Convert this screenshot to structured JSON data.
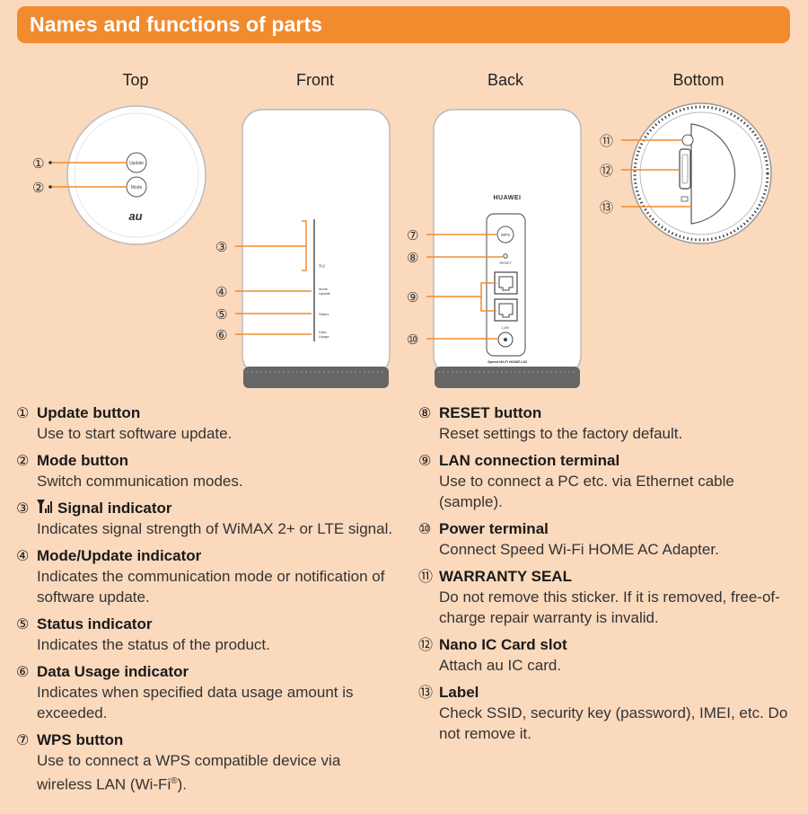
{
  "header": {
    "title": "Names and functions of parts"
  },
  "views": {
    "top": "Top",
    "front": "Front",
    "back": "Back",
    "bottom": "Bottom"
  },
  "device": {
    "top_update_label": "Update",
    "top_mode_label": "Mode",
    "top_logo": "au",
    "front_indicator_signal": "Y.ıl",
    "front_indicator_mode_1": "Mode",
    "front_indicator_mode_2": "Update",
    "front_indicator_status": "Status",
    "front_indicator_data_1": "Data",
    "front_indicator_data_2": "Usage",
    "back_brand": "HUAWEI",
    "back_wps": "WPS",
    "back_reset": "RESET",
    "back_lan": "LAN",
    "back_model": "Speed Wi-Fi HOME L02"
  },
  "callouts": [
    "①",
    "②",
    "③",
    "④",
    "⑤",
    "⑥",
    "⑦",
    "⑧",
    "⑨",
    "⑩",
    "⑪",
    "⑫",
    "⑬"
  ],
  "parts_left": [
    {
      "num": "①",
      "name": "Update button",
      "desc": "Use to start software update."
    },
    {
      "num": "②",
      "name": "Mode button",
      "desc": "Switch communication modes."
    },
    {
      "num": "③",
      "name": "Signal indicator",
      "desc": "Indicates signal strength of WiMAX 2+ or LTE signal.",
      "icon": "signal-icon"
    },
    {
      "num": "④",
      "name": "Mode/Update indicator",
      "desc": "Indicates the communication mode or notification of software update."
    },
    {
      "num": "⑤",
      "name": "Status indicator",
      "desc": "Indicates the status of the product."
    },
    {
      "num": "⑥",
      "name": "Data Usage indicator",
      "desc": "Indicates when specified data usage amount is exceeded."
    },
    {
      "num": "⑦",
      "name": "WPS button",
      "desc": "Use to connect a WPS compatible device via wireless LAN (Wi-Fi®)."
    }
  ],
  "parts_right": [
    {
      "num": "⑧",
      "name": "RESET button",
      "desc": "Reset settings to the factory default."
    },
    {
      "num": "⑨",
      "name": "LAN connection terminal",
      "desc": "Use to connect a PC etc. via Ethernet cable (sample)."
    },
    {
      "num": "⑩",
      "name": "Power terminal",
      "desc": "Connect Speed Wi-Fi HOME AC Adapter."
    },
    {
      "num": "⑪",
      "name": "WARRANTY SEAL",
      "desc": "Do not remove this sticker. If it is removed, free-of-charge repair warranty is invalid."
    },
    {
      "num": "⑫",
      "name": "Nano IC Card slot",
      "desc": "Attach au IC card."
    },
    {
      "num": "⑬",
      "name": "Label",
      "desc": "Check SSID, security key (password), IMEI, etc. Do not remove it."
    }
  ],
  "colors": {
    "banner": "#f08b2e",
    "background": "#fbd9bd",
    "accent": "#f08b2e"
  }
}
